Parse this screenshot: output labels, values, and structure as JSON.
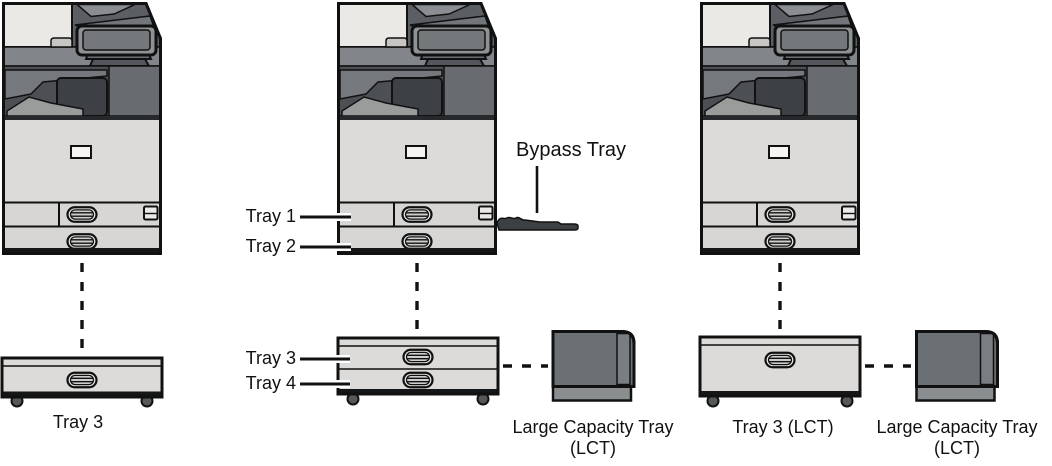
{
  "diagram": {
    "description": "Printer tray configuration diagram with three copier illustrations",
    "colors": {
      "background": "#ffffff",
      "outline": "#111111",
      "body_light": "#dcdbd9",
      "scanner_lid": "#ebe9e6",
      "panel_band": "#82868a",
      "adf_dark": "#5b5f63",
      "inner_dark": "#4c5054",
      "lct_body": "#6b7074",
      "lct_base": "#8a8e91",
      "bypass_tray": "#3c4042",
      "label_text": "#111111"
    },
    "configs": [
      {
        "id": "left",
        "unit_caption": "Tray 3"
      },
      {
        "id": "middle",
        "tray1": "Tray 1",
        "tray2": "Tray 2",
        "bypass_tray": "Bypass Tray",
        "tray3": "Tray 3",
        "tray4": "Tray 4",
        "lct_caption_line1": "Large Capacity Tray",
        "lct_caption_line2": "(LCT)"
      },
      {
        "id": "right",
        "unit_caption": "Tray 3 (LCT)",
        "lct_caption_line1": "Large Capacity Tray",
        "lct_caption_line2": "(LCT)"
      }
    ]
  }
}
